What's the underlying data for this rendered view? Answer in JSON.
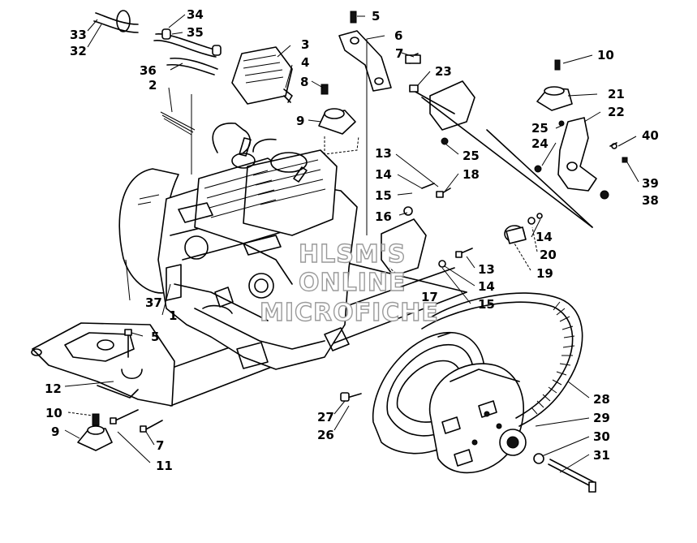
{
  "diagram": {
    "watermark": [
      "HLSM'S",
      "ONLINE",
      "MICROFICHE"
    ],
    "callouts": [
      {
        "id": "c1",
        "text": "1"
      },
      {
        "id": "c2",
        "text": "2"
      },
      {
        "id": "c3",
        "text": "3"
      },
      {
        "id": "c4",
        "text": "4"
      },
      {
        "id": "c5a",
        "text": "5"
      },
      {
        "id": "c5b",
        "text": "5"
      },
      {
        "id": "c6",
        "text": "6"
      },
      {
        "id": "c7a",
        "text": "7"
      },
      {
        "id": "c7b",
        "text": "7"
      },
      {
        "id": "c8",
        "text": "8"
      },
      {
        "id": "c9a",
        "text": "9"
      },
      {
        "id": "c9b",
        "text": "9"
      },
      {
        "id": "c10a",
        "text": "10"
      },
      {
        "id": "c10b",
        "text": "10"
      },
      {
        "id": "c11",
        "text": "11"
      },
      {
        "id": "c12",
        "text": "12"
      },
      {
        "id": "c13a",
        "text": "13"
      },
      {
        "id": "c13b",
        "text": "13"
      },
      {
        "id": "c14a",
        "text": "14"
      },
      {
        "id": "c14b",
        "text": "14"
      },
      {
        "id": "c14c",
        "text": "14"
      },
      {
        "id": "c15a",
        "text": "15"
      },
      {
        "id": "c15b",
        "text": "15"
      },
      {
        "id": "c16",
        "text": "16"
      },
      {
        "id": "c17",
        "text": "17"
      },
      {
        "id": "c18",
        "text": "18"
      },
      {
        "id": "c19",
        "text": "19"
      },
      {
        "id": "c20",
        "text": "20"
      },
      {
        "id": "c21",
        "text": "21"
      },
      {
        "id": "c22",
        "text": "22"
      },
      {
        "id": "c23",
        "text": "23"
      },
      {
        "id": "c24",
        "text": "24"
      },
      {
        "id": "c25a",
        "text": "25"
      },
      {
        "id": "c25b",
        "text": "25"
      },
      {
        "id": "c26",
        "text": "26"
      },
      {
        "id": "c27",
        "text": "27"
      },
      {
        "id": "c28",
        "text": "28"
      },
      {
        "id": "c29",
        "text": "29"
      },
      {
        "id": "c30",
        "text": "30"
      },
      {
        "id": "c31",
        "text": "31"
      },
      {
        "id": "c32",
        "text": "32"
      },
      {
        "id": "c33",
        "text": "33"
      },
      {
        "id": "c34",
        "text": "34"
      },
      {
        "id": "c35",
        "text": "35"
      },
      {
        "id": "c36",
        "text": "36"
      },
      {
        "id": "c37",
        "text": "37"
      },
      {
        "id": "c38",
        "text": "38"
      },
      {
        "id": "c39",
        "text": "39"
      },
      {
        "id": "c40",
        "text": "40"
      }
    ]
  }
}
